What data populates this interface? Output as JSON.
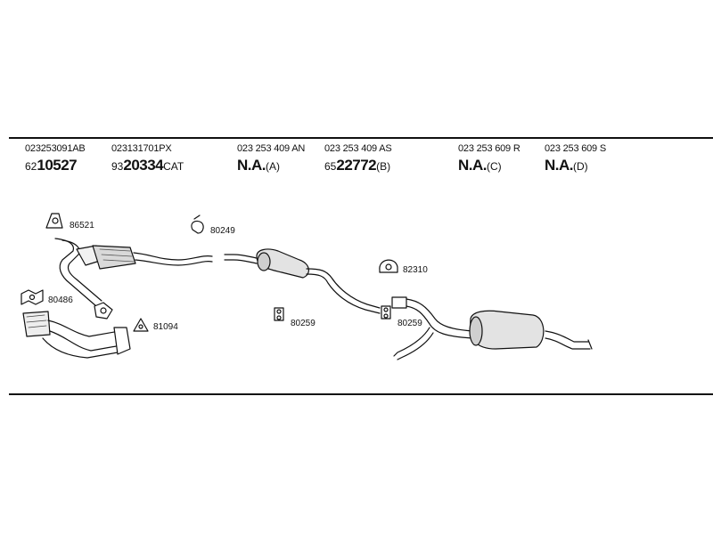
{
  "part_numbers": [
    {
      "oem": "023253091AB",
      "prefix": "62",
      "main": "10527",
      "suffix": ""
    },
    {
      "oem": "023131701PX",
      "prefix": "93",
      "main": "20334",
      "suffix": "CAT"
    },
    {
      "oem": "023 253 409 AN",
      "prefix": "",
      "main": "N.A.",
      "suffix": "(A)"
    },
    {
      "oem": "023 253 409 AS",
      "prefix": "65",
      "main": "22772",
      "suffix": "(B)"
    },
    {
      "oem": "023 253 609 R",
      "prefix": "",
      "main": "N.A.",
      "suffix": "(C)"
    },
    {
      "oem": "023 253 609 S",
      "prefix": "",
      "main": "N.A.",
      "suffix": "(D)"
    }
  ],
  "callouts": [
    "86521",
    "80486",
    "81094",
    "80249",
    "80259",
    "82310",
    "80259"
  ]
}
